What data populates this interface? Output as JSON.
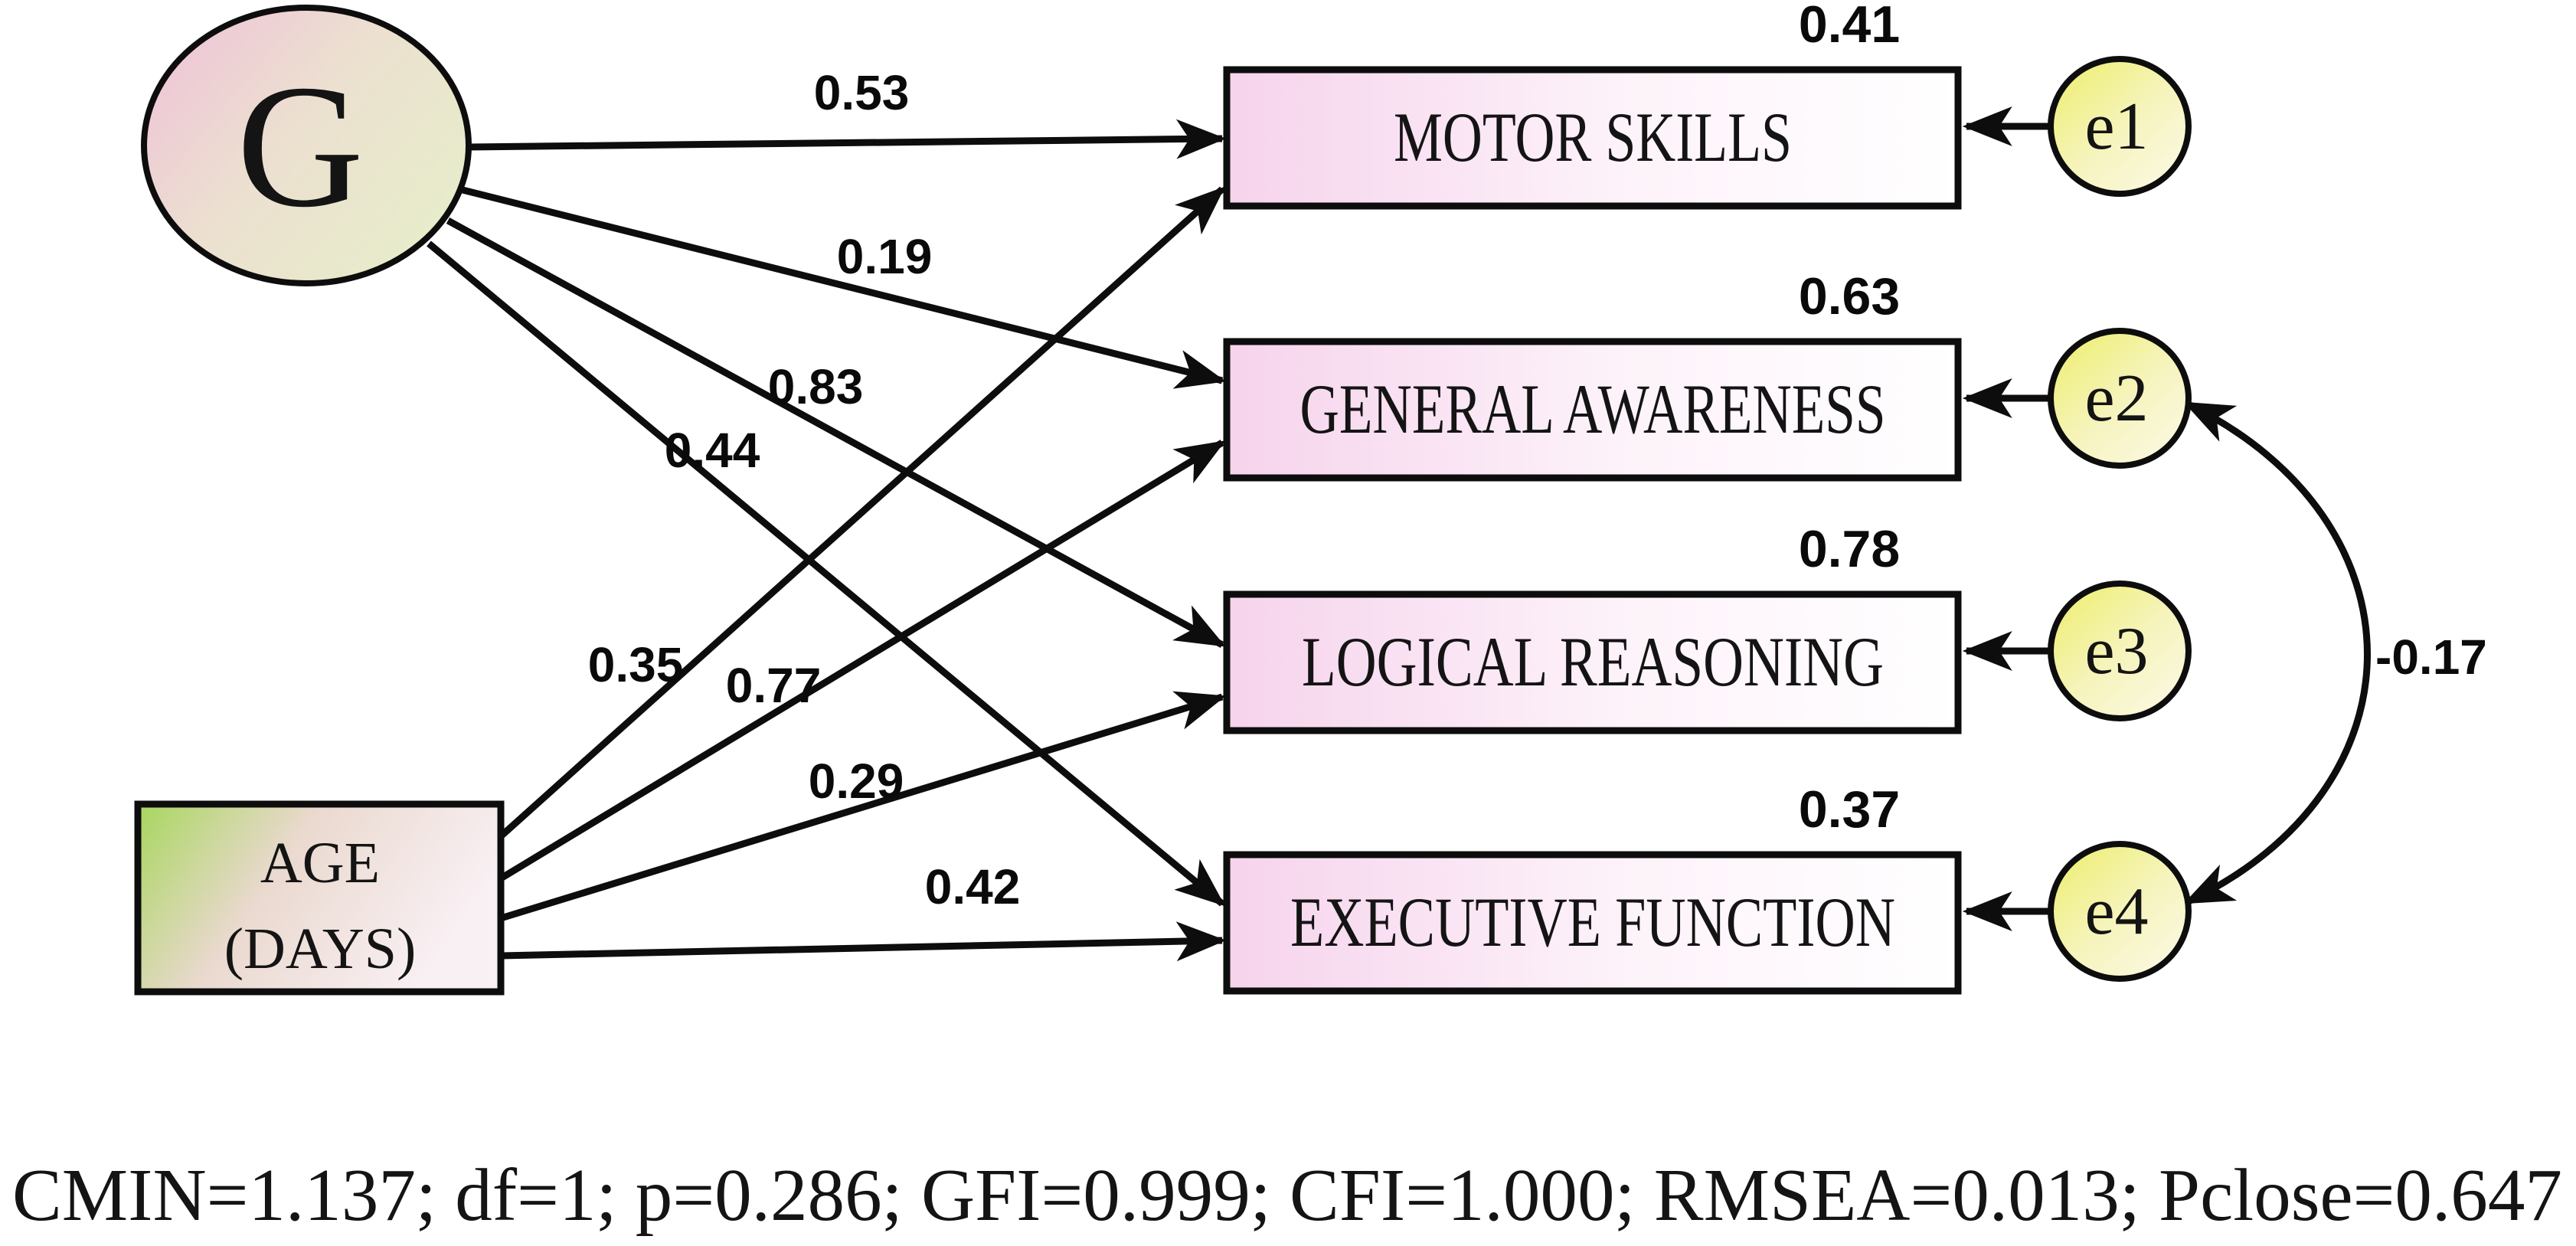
{
  "figure": {
    "type": "sem-path-diagram",
    "latent": {
      "label": "G"
    },
    "observed_predictor": {
      "label_line1": "AGE",
      "label_line2": "(DAYS)"
    },
    "outcomes": [
      {
        "label": "MOTOR SKILLS",
        "r_squared": "0.41",
        "error": "e1",
        "coef_from_g": "0.53",
        "coef_from_age": "0.35"
      },
      {
        "label": "GENERAL AWARENESS",
        "r_squared": "0.63",
        "error": "e2",
        "coef_from_g": "0.19",
        "coef_from_age": "0.77"
      },
      {
        "label": "LOGICAL REASONING",
        "r_squared": "0.78",
        "error": "e3",
        "coef_from_g": "0.83",
        "coef_from_age": "0.29"
      },
      {
        "label": "EXECUTIVE FUNCTION",
        "r_squared": "0.37",
        "error": "e4",
        "coef_from_g": "0.44",
        "coef_from_age": "0.42"
      }
    ],
    "covariance": {
      "from": "e2",
      "to": "e4",
      "value": "-0.17"
    },
    "fit_statistics": "CMIN=1.137; df=1; p=0.286; GFI=0.999; CFI=1.000; RMSEA=0.013; Pclose=0.647",
    "colors": {
      "latent_pink": "#efc0d9",
      "latent_green": "#e7edca",
      "age_green": "#a8d65e",
      "box_pink": "#f6d3ec",
      "error_yellow": "#edee69",
      "line": "#0d0d0d",
      "background": "#ffffff"
    }
  }
}
